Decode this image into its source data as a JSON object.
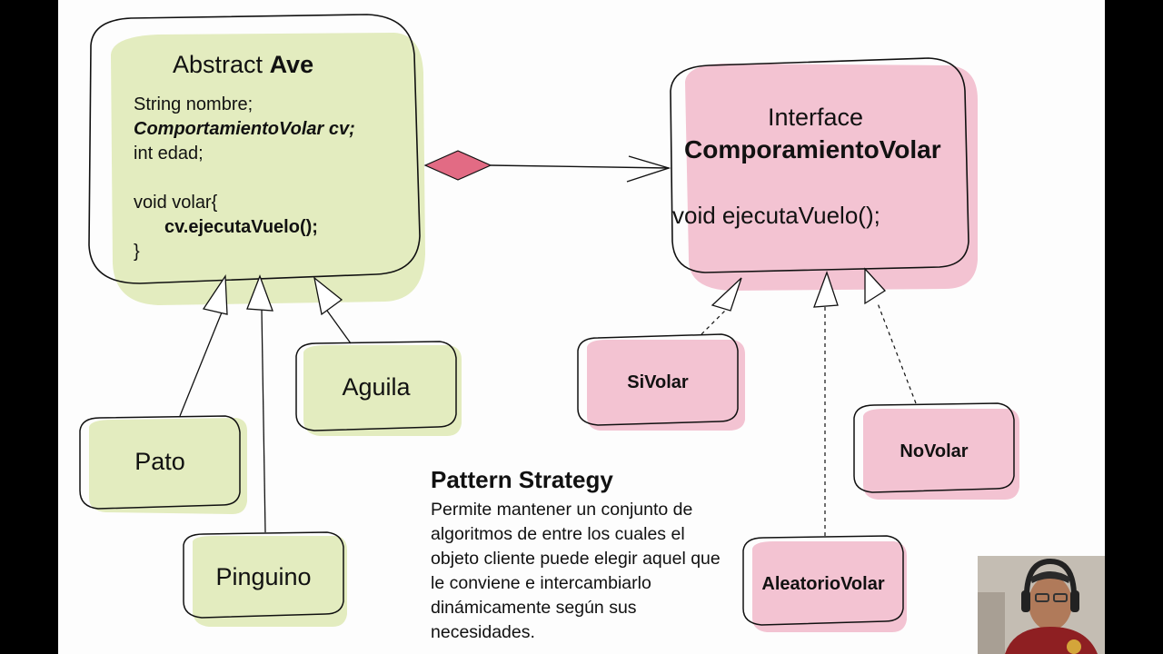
{
  "ave": {
    "title_prefix": "Abstract",
    "title_name": "Ave",
    "field1": "String nombre;",
    "field2": "ComportamientoVolar cv;",
    "field3": "int edad;",
    "method_sig": "void volar{",
    "method_body": "cv.ejecutaVuelo();",
    "method_close": "}"
  },
  "interface": {
    "keyword": "Interface",
    "name": "ComporamientoVolar",
    "method": "void ejecutaVuelo();"
  },
  "subclasses": [
    "Pato",
    "Pinguino",
    "Aguila"
  ],
  "strategies": [
    "SiVolar",
    "NoVolar",
    "AleatorioVolar"
  ],
  "pattern": {
    "title": "Pattern Strategy",
    "description": "Permite mantener un conjunto de algoritmos de entre los cuales el objeto cliente puede elegir aquel que le conviene e intercambiarlo dinámicamente según sus necesidades."
  },
  "colors": {
    "green_shadow": "#e3ecbf",
    "pink_shadow": "#f3c3d2",
    "diamond": "#e26b84"
  }
}
